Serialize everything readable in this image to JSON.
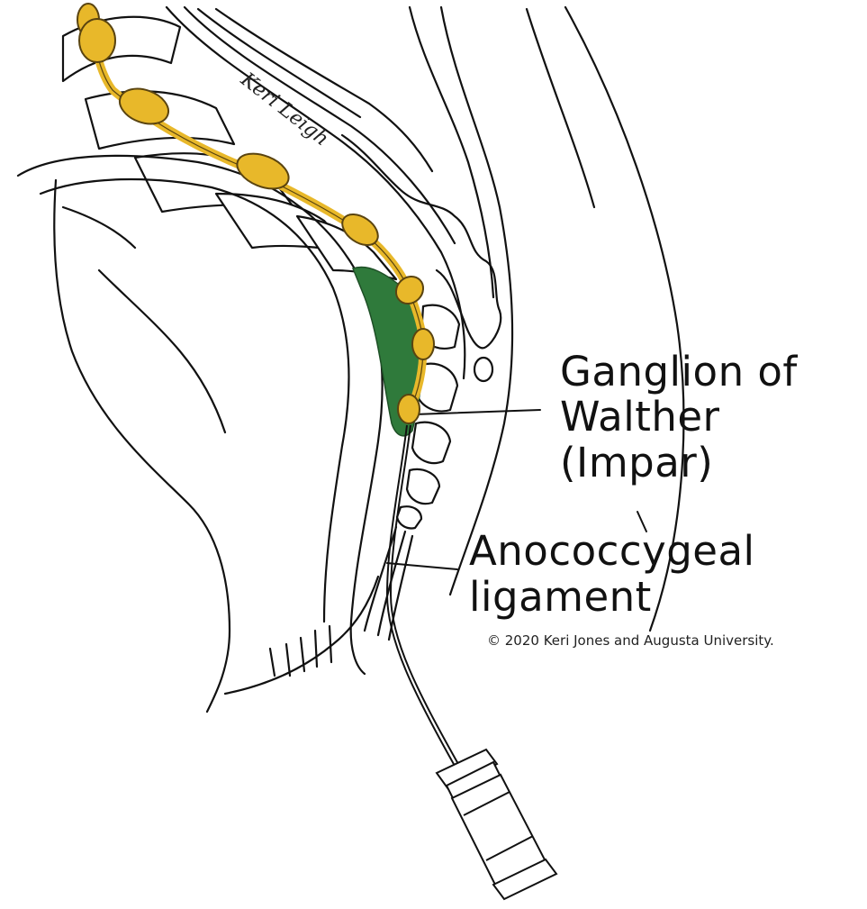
{
  "diagram": {
    "labels": {
      "ganglion_line1": "Ganglion of",
      "ganglion_line2": "Walther",
      "ganglion_line3": "(Impar)",
      "ligament_line1": "Anococcygeal",
      "ligament_line2": "ligament"
    },
    "copyright": "© 2020 Keri Jones and Augusta University.",
    "signature": "Keri Leigh",
    "colors": {
      "ganglion_chain": "#E8B82A",
      "ganglion_outline": "#5a4410",
      "injectate": "#2F7A3B",
      "outline": "#111111",
      "bone_fill": "#ffffff"
    }
  }
}
